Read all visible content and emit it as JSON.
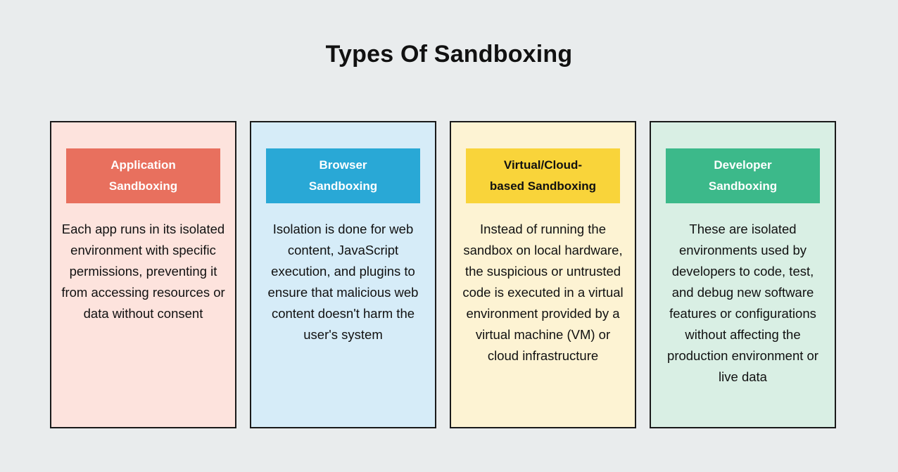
{
  "page": {
    "title": "Types Of Sandboxing",
    "background_color": "#E9ECED",
    "text_color": "#111111",
    "border_color": "#1A1A1A"
  },
  "cards": [
    {
      "id": "application-sandboxing",
      "header": "Application Sandboxing",
      "header_line_1": "Application",
      "header_line_2": "Sandboxing",
      "body": "Each app runs in its isolated environment with specific permissions, preventing it from accessing resources or data without consent",
      "card_bg": "#FDE3DD",
      "header_bg": "#E8705E",
      "header_text_color": "#FFFFFF"
    },
    {
      "id": "browser-sandboxing",
      "header": "Browser Sandboxing",
      "header_line_1": "Browser",
      "header_line_2": "Sandboxing",
      "body": "Isolation is done for web content, JavaScript execution, and plugins to ensure that malicious web content doesn't harm the user's system",
      "card_bg": "#D6ECF8",
      "header_bg": "#29A8D6",
      "header_text_color": "#FFFFFF"
    },
    {
      "id": "virtual-cloud-based-sandboxing",
      "header": "Virtual/Cloud-based Sandboxing",
      "header_line_1": "Virtual/Cloud-",
      "header_line_2": "based Sandboxing",
      "body": "Instead of running the sandbox on local hardware, the suspicious or untrusted code is executed in a virtual environment provided by a virtual machine (VM) or cloud infrastructure",
      "card_bg": "#FDF3D3",
      "header_bg": "#F9D43A",
      "header_text_color": "#111111"
    },
    {
      "id": "developer-sandboxing",
      "header": "Developer Sandboxing",
      "header_line_1": "Developer",
      "header_line_2": "Sandboxing",
      "body": "These are isolated environments used by developers to code, test, and debug new software features or configurations without affecting the production environment or live data",
      "card_bg": "#D9EFE4",
      "header_bg": "#3CB98A",
      "header_text_color": "#FFFFFF"
    }
  ]
}
